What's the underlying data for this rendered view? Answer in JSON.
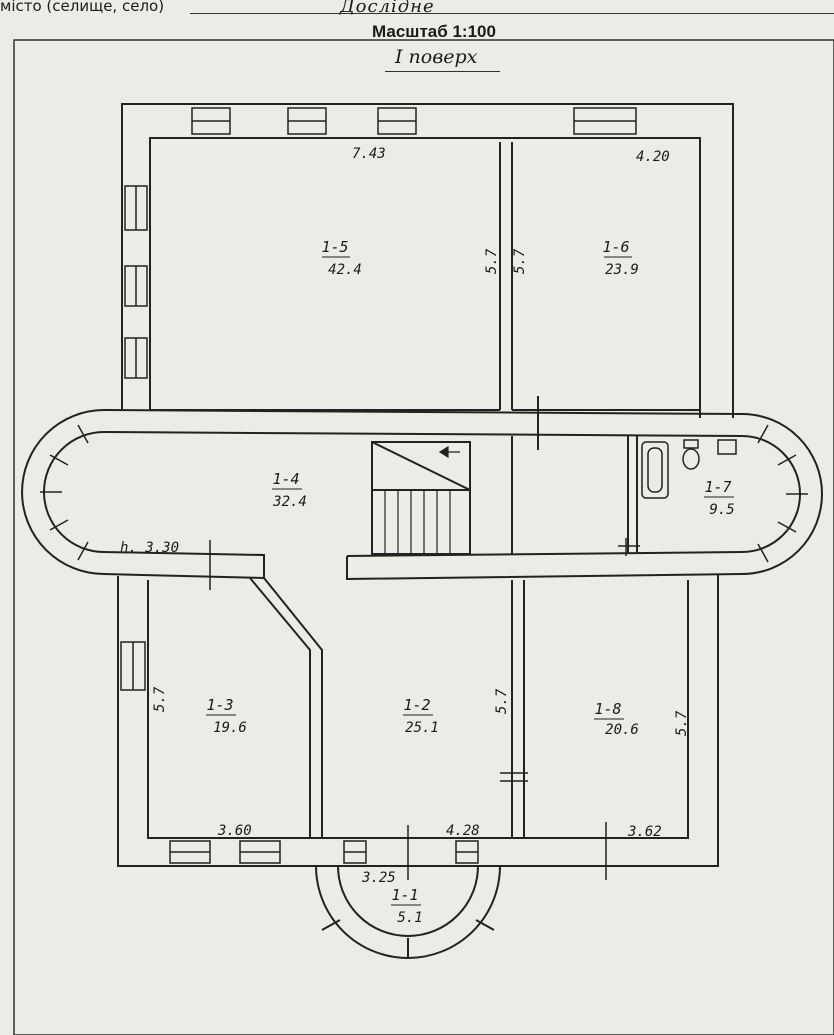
{
  "header": {
    "locality_label": "місто (селище, село)",
    "locality_value": "Дослідне",
    "scale": "Масштаб 1:100",
    "floor": "І поверх"
  },
  "rooms": [
    {
      "id": "1-1",
      "area": "5.1"
    },
    {
      "id": "1-2",
      "area": "25.1"
    },
    {
      "id": "1-3",
      "area": "19.6"
    },
    {
      "id": "1-4",
      "area": "32.4"
    },
    {
      "id": "1-5",
      "area": "42.4"
    },
    {
      "id": "1-6",
      "area": "23.9"
    },
    {
      "id": "1-7",
      "area": "9.5"
    },
    {
      "id": "1-8",
      "area": "20.6"
    }
  ],
  "dimensions": {
    "top_left": "7.43",
    "top_right": "4.20",
    "height_mark": "h. 3.30",
    "wall_5_7": "5.7",
    "bottom_left": "3.60",
    "bottom_mid": "4.28",
    "bottom_right": "3.62",
    "porch": "3.25"
  }
}
